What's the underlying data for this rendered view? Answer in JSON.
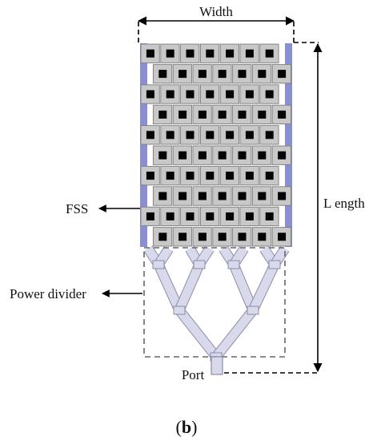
{
  "labels": {
    "width": "Width",
    "length": "L ength",
    "fss": "FSS",
    "power_divider": "Power divider",
    "port": "Port"
  },
  "caption": {
    "open": "(",
    "letter": "b",
    "close": ")"
  },
  "fss_array": {
    "rows": 10,
    "cols": 8
  },
  "colors": {
    "cell_fill": "#c8c8c8",
    "cell_stroke": "#7d7d7d",
    "cell_hole": "#050505",
    "edge_strip": "#8a8fd2",
    "feed_fill": "#d9d9ec",
    "feed_stroke": "#8c8caa",
    "dash": "#666666",
    "line": "#000000"
  }
}
